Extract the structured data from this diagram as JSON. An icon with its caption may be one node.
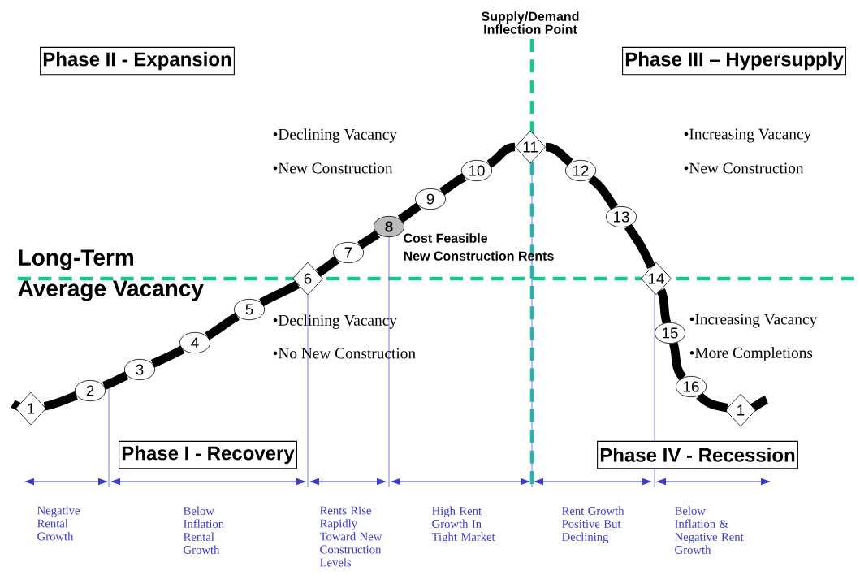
{
  "diagram": {
    "nodes": [
      {
        "text": [
          "Phase II - Expansion"
        ]
      },
      {
        "text": [
          "Phase III – Hypersupply"
        ]
      },
      {
        "text": [
          "1"
        ]
      },
      {
        "text": [
          "2"
        ]
      },
      {
        "text": [
          "3"
        ]
      },
      {
        "text": [
          "4"
        ]
      },
      {
        "text": [
          "5"
        ]
      },
      {
        "text": [
          "6"
        ]
      },
      {
        "text": [
          "7"
        ]
      },
      {
        "text": [
          "8"
        ]
      },
      {
        "text": [
          "9"
        ]
      },
      {
        "text": [
          "10"
        ]
      },
      {
        "text": [
          "11"
        ]
      },
      {
        "text": [
          "12"
        ]
      },
      {
        "text": [
          "13"
        ]
      },
      {
        "text": [
          "14"
        ]
      },
      {
        "text": [
          "15"
        ]
      },
      {
        "text": [
          "16"
        ]
      },
      {
        "text": [
          "1"
        ]
      },
      {
        "text": [
          "Phase I - Recovery"
        ]
      },
      {
        "text": [
          "Phase IV - Recession"
        ]
      }
    ],
    "edges": [
      {
        "from": 2,
        "to": 3,
        "arrow": "none"
      },
      {
        "from": 3,
        "to": 4,
        "arrow": "none"
      },
      {
        "from": 4,
        "to": 5,
        "arrow": "none"
      },
      {
        "from": 5,
        "to": 6,
        "arrow": "none"
      },
      {
        "from": 6,
        "to": 7,
        "arrow": "none"
      },
      {
        "from": 7,
        "to": 8,
        "arrow": "none"
      },
      {
        "from": 8,
        "to": 9,
        "arrow": "none"
      },
      {
        "from": 9,
        "to": 10,
        "arrow": "none"
      },
      {
        "from": 10,
        "to": 11,
        "arrow": "none"
      },
      {
        "from": 11,
        "to": 12,
        "arrow": "none"
      },
      {
        "from": 12,
        "to": 13,
        "arrow": "none"
      },
      {
        "from": 13,
        "to": 14,
        "arrow": "none"
      },
      {
        "from": 14,
        "to": 15,
        "arrow": "none"
      },
      {
        "from": 15,
        "to": 16,
        "arrow": "none"
      },
      {
        "from": 16,
        "to": 17,
        "arrow": "none"
      },
      {
        "from": 17,
        "to": 18,
        "arrow": "none"
      }
    ],
    "labels": [
      "Supply/Demand Inflection Point",
      "•Declining Vacancy",
      "•Increasing Vacancy",
      "•New Construction",
      "•New Construction",
      "Cost Feasible",
      "New Construction Rents",
      "Long-Term",
      "Average Vacancy",
      "•Declining Vacancy",
      "•Increasing Vacancy",
      "•No New Construction",
      "•More Completions",
      "Negative Rental Growth",
      "Below Inflation Rental Growth",
      "Rents Rise Rapidly Toward New Construction Levels",
      "High Rent Growth In Tight Market",
      "Rent Growth Positive But Declining",
      "Below Inflation & Negative Rent Growth"
    ]
  }
}
